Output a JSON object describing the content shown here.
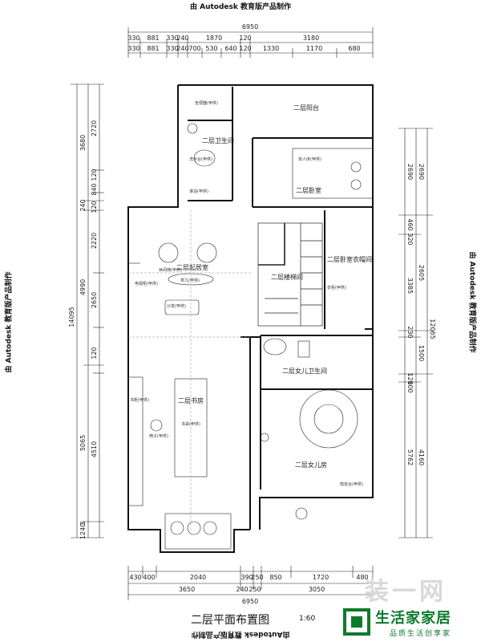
{
  "watermark": "由 Autodesk 教育版产品制作",
  "watermark_rev": "由Autodesk 教育版产品制作",
  "dims": {
    "top_total": "6950",
    "top_row1": [
      "330",
      "881",
      "330",
      "240",
      "1870",
      "120",
      "3180"
    ],
    "top_row2": [
      "330",
      "881",
      "330",
      "240",
      "700",
      "530",
      "640",
      "120",
      "1330",
      "1170",
      "680"
    ],
    "bottom_total": "6950",
    "bottom_row1": [
      "430",
      "400",
      "2040",
      "390",
      "250",
      "850",
      "1720",
      "480"
    ],
    "bottom_row2": [
      "3650",
      "240",
      "250",
      "3050"
    ],
    "left_total": "14095",
    "left_col1": [
      "3680",
      "240",
      "4990",
      "5065",
      "3",
      "1240"
    ],
    "left_col2": [
      "2720",
      "120",
      "840",
      "120",
      "2220",
      "2650",
      "120",
      "4510"
    ],
    "right_total": "12065",
    "right_col1": [
      "2690",
      "2605",
      "1500",
      "4160"
    ],
    "right_col2": [
      "2690",
      "460",
      "320",
      "3385",
      "230",
      "120",
      "100",
      "5762"
    ]
  },
  "rooms": {
    "balcony": "二层阳台",
    "bath": "二层卫生间",
    "master": "二层卧室",
    "living": "二层起居室",
    "stair": "二层楼梯间",
    "closet": "二层卧室衣帽间",
    "daughter_bath": "二层女儿卫生间",
    "study": "二层书房",
    "daughter": "二层女儿房"
  },
  "labels": {
    "toilet": "坐便器(甲供)",
    "basin": "洗手台(甲供)",
    "shower": "淋浴(甲供)",
    "bed": "单人床(甲供)",
    "sofa": "沙发(甲供)",
    "chair": "休闲椅(甲供)",
    "table": "茶几(甲供)",
    "tv": "电视柜(甲供)",
    "desk": "书桌(甲供)",
    "bookshelf": "书柜(甲供)",
    "chair2": "椅子(甲供)",
    "dresser": "梳妆台(甲供)",
    "wardrobe": "衣柜(甲供)"
  },
  "plan_title": "二层平面布置图",
  "plan_scale": "1:60",
  "brand": {
    "name": "生活家家居",
    "sub": "品质生活创享家"
  },
  "watermark_jz": "装一网"
}
